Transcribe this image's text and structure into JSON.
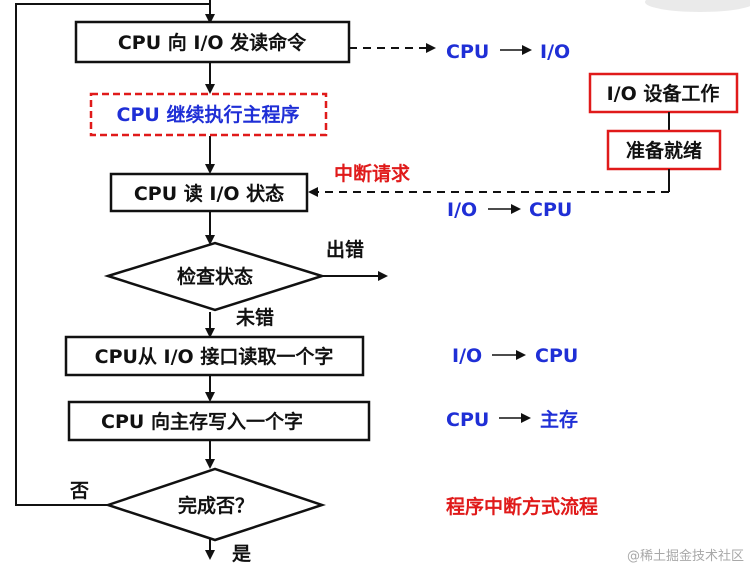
{
  "flow": {
    "box_send_read_cmd": "CPU 向 I/O 发读命令",
    "box_continue_main": "CPU 继续执行主程序",
    "box_read_status": "CPU 读 I/O 状态",
    "diamond_check_status": "检查状态",
    "label_error": "出错",
    "label_no_error": "未错",
    "box_read_word": "CPU从 I/O 接口读取一个字",
    "box_write_word": "CPU 向主存写入一个字",
    "diamond_done": "完成否？",
    "label_no": "否",
    "label_yes": "是"
  },
  "side": {
    "cpu_to_io": {
      "from": "CPU",
      "to": "I/O"
    },
    "io_to_cpu_1": {
      "from": "I/O",
      "to": "CPU"
    },
    "io_to_cpu_2": {
      "from": "I/O",
      "to": "CPU"
    },
    "cpu_to_mem": {
      "from": "CPU",
      "to": "主存"
    },
    "io_device_working": "I/O 设备工作",
    "ready": "准备就绪",
    "interrupt_request": "中断请求",
    "title": "程序中断方式流程"
  },
  "watermark": "@稀土掘金技术社区",
  "colors": {
    "blue": "#1f2fd6",
    "red": "#e01a1a",
    "black": "#111111"
  }
}
